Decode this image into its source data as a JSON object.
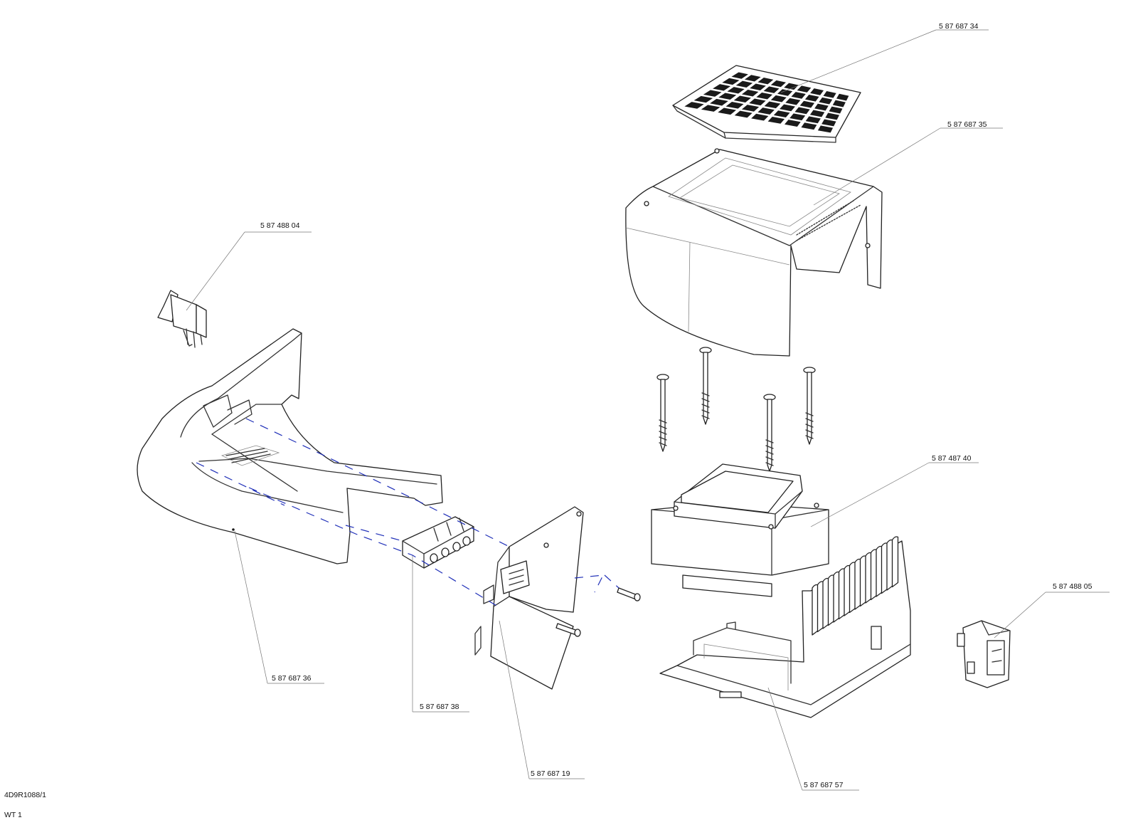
{
  "part_numbers": {
    "grid_panel": "5 87 687 34",
    "top_cover": "5 87 687 35",
    "rocker_switch": "5 87 488 04",
    "transformer": "5 87 487 40",
    "power_inlet": "5 87 488 05",
    "front_housing": "5 87 687 36",
    "terminal_block": "5 87 687 38",
    "circuit_board": "5 87 687 19",
    "base_chassis": "5 87 687 57"
  },
  "footer": {
    "drawing_id": "4D9R1088/1",
    "sheet_code": "WT 1"
  },
  "colors": {
    "line": "#333333",
    "assembly_dash": "#1f2fb8",
    "background": "#ffffff"
  }
}
